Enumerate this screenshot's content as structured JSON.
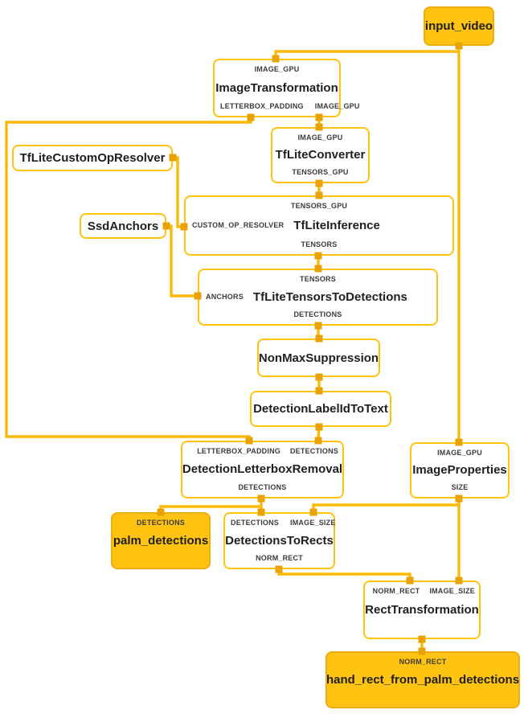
{
  "diagram": {
    "colors": {
      "edge": "#F9BB07",
      "node_border": "#FFC30F",
      "port_square": "#E9A203",
      "stream_fill": "#FFC312",
      "stream_border": "#EFAC0E",
      "text": "#1f1f1f",
      "background": "#ffffff"
    },
    "nodes": [
      {
        "id": "input_video",
        "kind": "stream",
        "title": "input_video"
      },
      {
        "id": "ImageTransformation",
        "kind": "calculator",
        "title": "ImageTransformation",
        "top_ports": [
          "IMAGE_GPU"
        ],
        "bottom_ports": [
          "LETTERBOX_PADDING",
          "IMAGE_GPU"
        ]
      },
      {
        "id": "TfLiteConverter",
        "kind": "calculator",
        "title": "TfLiteConverter",
        "top_ports": [
          "IMAGE_GPU"
        ],
        "bottom_ports": [
          "TENSORS_GPU"
        ]
      },
      {
        "id": "TfLiteCustomOpResolver",
        "kind": "calculator",
        "title": "TfLiteCustomOpResolver"
      },
      {
        "id": "SsdAnchors",
        "kind": "calculator",
        "title": "SsdAnchors"
      },
      {
        "id": "TfLiteInference",
        "kind": "calculator",
        "title": "TfLiteInference",
        "top_ports": [
          "TENSORS_GPU"
        ],
        "left_port": "CUSTOM_OP_RESOLVER",
        "bottom_ports": [
          "TENSORS"
        ]
      },
      {
        "id": "TfLiteTensorsToDetections",
        "kind": "calculator",
        "title": "TfLiteTensorsToDetections",
        "top_ports": [
          "TENSORS"
        ],
        "left_port": "ANCHORS",
        "bottom_ports": [
          "DETECTIONS"
        ]
      },
      {
        "id": "NonMaxSuppression",
        "kind": "calculator",
        "title": "NonMaxSuppression"
      },
      {
        "id": "DetectionLabelIdToText",
        "kind": "calculator",
        "title": "DetectionLabelIdToText"
      },
      {
        "id": "DetectionLetterboxRemoval",
        "kind": "calculator",
        "title": "DetectionLetterboxRemoval",
        "top_ports": [
          "LETTERBOX_PADDING",
          "DETECTIONS"
        ],
        "bottom_ports": [
          "DETECTIONS"
        ]
      },
      {
        "id": "ImageProperties",
        "kind": "calculator",
        "title": "ImageProperties",
        "top_ports": [
          "IMAGE_GPU"
        ],
        "bottom_ports": [
          "SIZE"
        ]
      },
      {
        "id": "palm_detections",
        "kind": "stream",
        "title": "palm_detections",
        "top_ports": [
          "DETECTIONS"
        ]
      },
      {
        "id": "DetectionsToRects",
        "kind": "calculator",
        "title": "DetectionsToRects",
        "top_ports": [
          "DETECTIONS",
          "IMAGE_SIZE"
        ],
        "bottom_ports": [
          "NORM_RECT"
        ]
      },
      {
        "id": "RectTransformation",
        "kind": "calculator",
        "title": "RectTransformation",
        "top_ports": [
          "NORM_RECT",
          "IMAGE_SIZE"
        ],
        "bottom_ports": [
          "NORM_RECT"
        ]
      },
      {
        "id": "hand_rect_from_palm_detections",
        "kind": "stream",
        "title": "hand_rect_from_palm_detections",
        "top_ports": [
          "NORM_RECT"
        ]
      }
    ],
    "edges": [
      {
        "from": "input_video",
        "to": "ImageTransformation.IMAGE_GPU"
      },
      {
        "from": "input_video",
        "to": "ImageProperties.IMAGE_GPU"
      },
      {
        "from": "ImageTransformation.IMAGE_GPU",
        "to": "TfLiteConverter.IMAGE_GPU"
      },
      {
        "from": "ImageTransformation.LETTERBOX_PADDING",
        "to": "DetectionLetterboxRemoval.LETTERBOX_PADDING"
      },
      {
        "from": "TfLiteConverter.TENSORS_GPU",
        "to": "TfLiteInference.TENSORS_GPU"
      },
      {
        "from": "TfLiteCustomOpResolver",
        "to": "TfLiteInference.CUSTOM_OP_RESOLVER"
      },
      {
        "from": "SsdAnchors",
        "to": "TfLiteTensorsToDetections.ANCHORS"
      },
      {
        "from": "TfLiteInference.TENSORS",
        "to": "TfLiteTensorsToDetections.TENSORS"
      },
      {
        "from": "TfLiteTensorsToDetections.DETECTIONS",
        "to": "NonMaxSuppression"
      },
      {
        "from": "NonMaxSuppression",
        "to": "DetectionLabelIdToText"
      },
      {
        "from": "DetectionLabelIdToText",
        "to": "DetectionLetterboxRemoval.DETECTIONS"
      },
      {
        "from": "DetectionLetterboxRemoval.DETECTIONS",
        "to": "palm_detections"
      },
      {
        "from": "DetectionLetterboxRemoval.DETECTIONS",
        "to": "DetectionsToRects.DETECTIONS"
      },
      {
        "from": "ImageProperties.SIZE",
        "to": "DetectionsToRects.IMAGE_SIZE"
      },
      {
        "from": "ImageProperties.SIZE",
        "to": "RectTransformation.IMAGE_SIZE"
      },
      {
        "from": "DetectionsToRects.NORM_RECT",
        "to": "RectTransformation.NORM_RECT"
      },
      {
        "from": "RectTransformation.NORM_RECT",
        "to": "hand_rect_from_palm_detections"
      }
    ]
  }
}
